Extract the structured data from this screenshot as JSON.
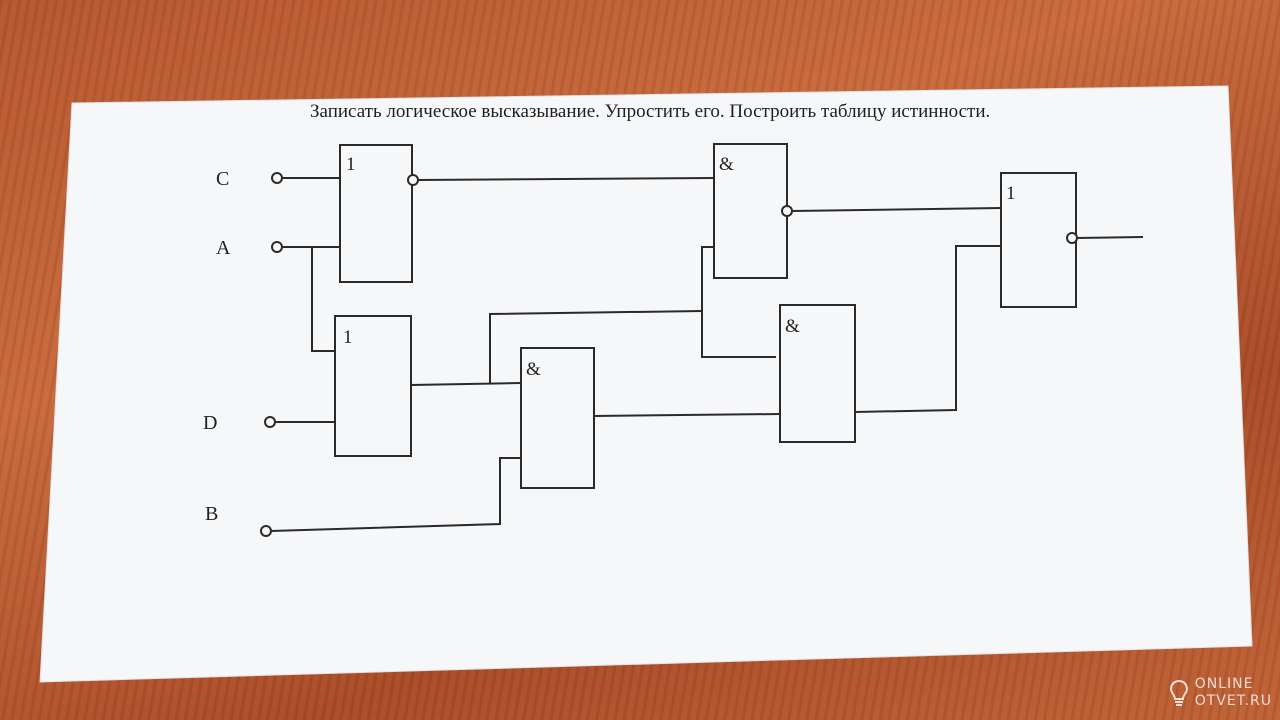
{
  "title": "Записать логическое высказывание. Упростить его. Построить таблицу истинности.",
  "inputs": [
    {
      "id": "C",
      "label": "C"
    },
    {
      "id": "A",
      "label": "A"
    },
    {
      "id": "D",
      "label": "D"
    },
    {
      "id": "B",
      "label": "B"
    }
  ],
  "gates": [
    {
      "id": "g1",
      "type": "or",
      "symbol": "1",
      "inverted_output": true
    },
    {
      "id": "g2",
      "type": "or",
      "symbol": "1",
      "inverted_output": false
    },
    {
      "id": "g3",
      "type": "and",
      "symbol": "&",
      "inverted_output": false
    },
    {
      "id": "g4",
      "type": "and",
      "symbol": "&",
      "inverted_output": true
    },
    {
      "id": "g5",
      "type": "and",
      "symbol": "&",
      "inverted_output": false
    },
    {
      "id": "g6",
      "type": "or",
      "symbol": "1",
      "inverted_output": true
    }
  ],
  "watermark": {
    "line1": "ONLINE",
    "line2": "OTVET.RU"
  },
  "colors": {
    "ink": "#2a2a2a",
    "paper": "#f6f7f9",
    "desk": "#b85a2e"
  }
}
